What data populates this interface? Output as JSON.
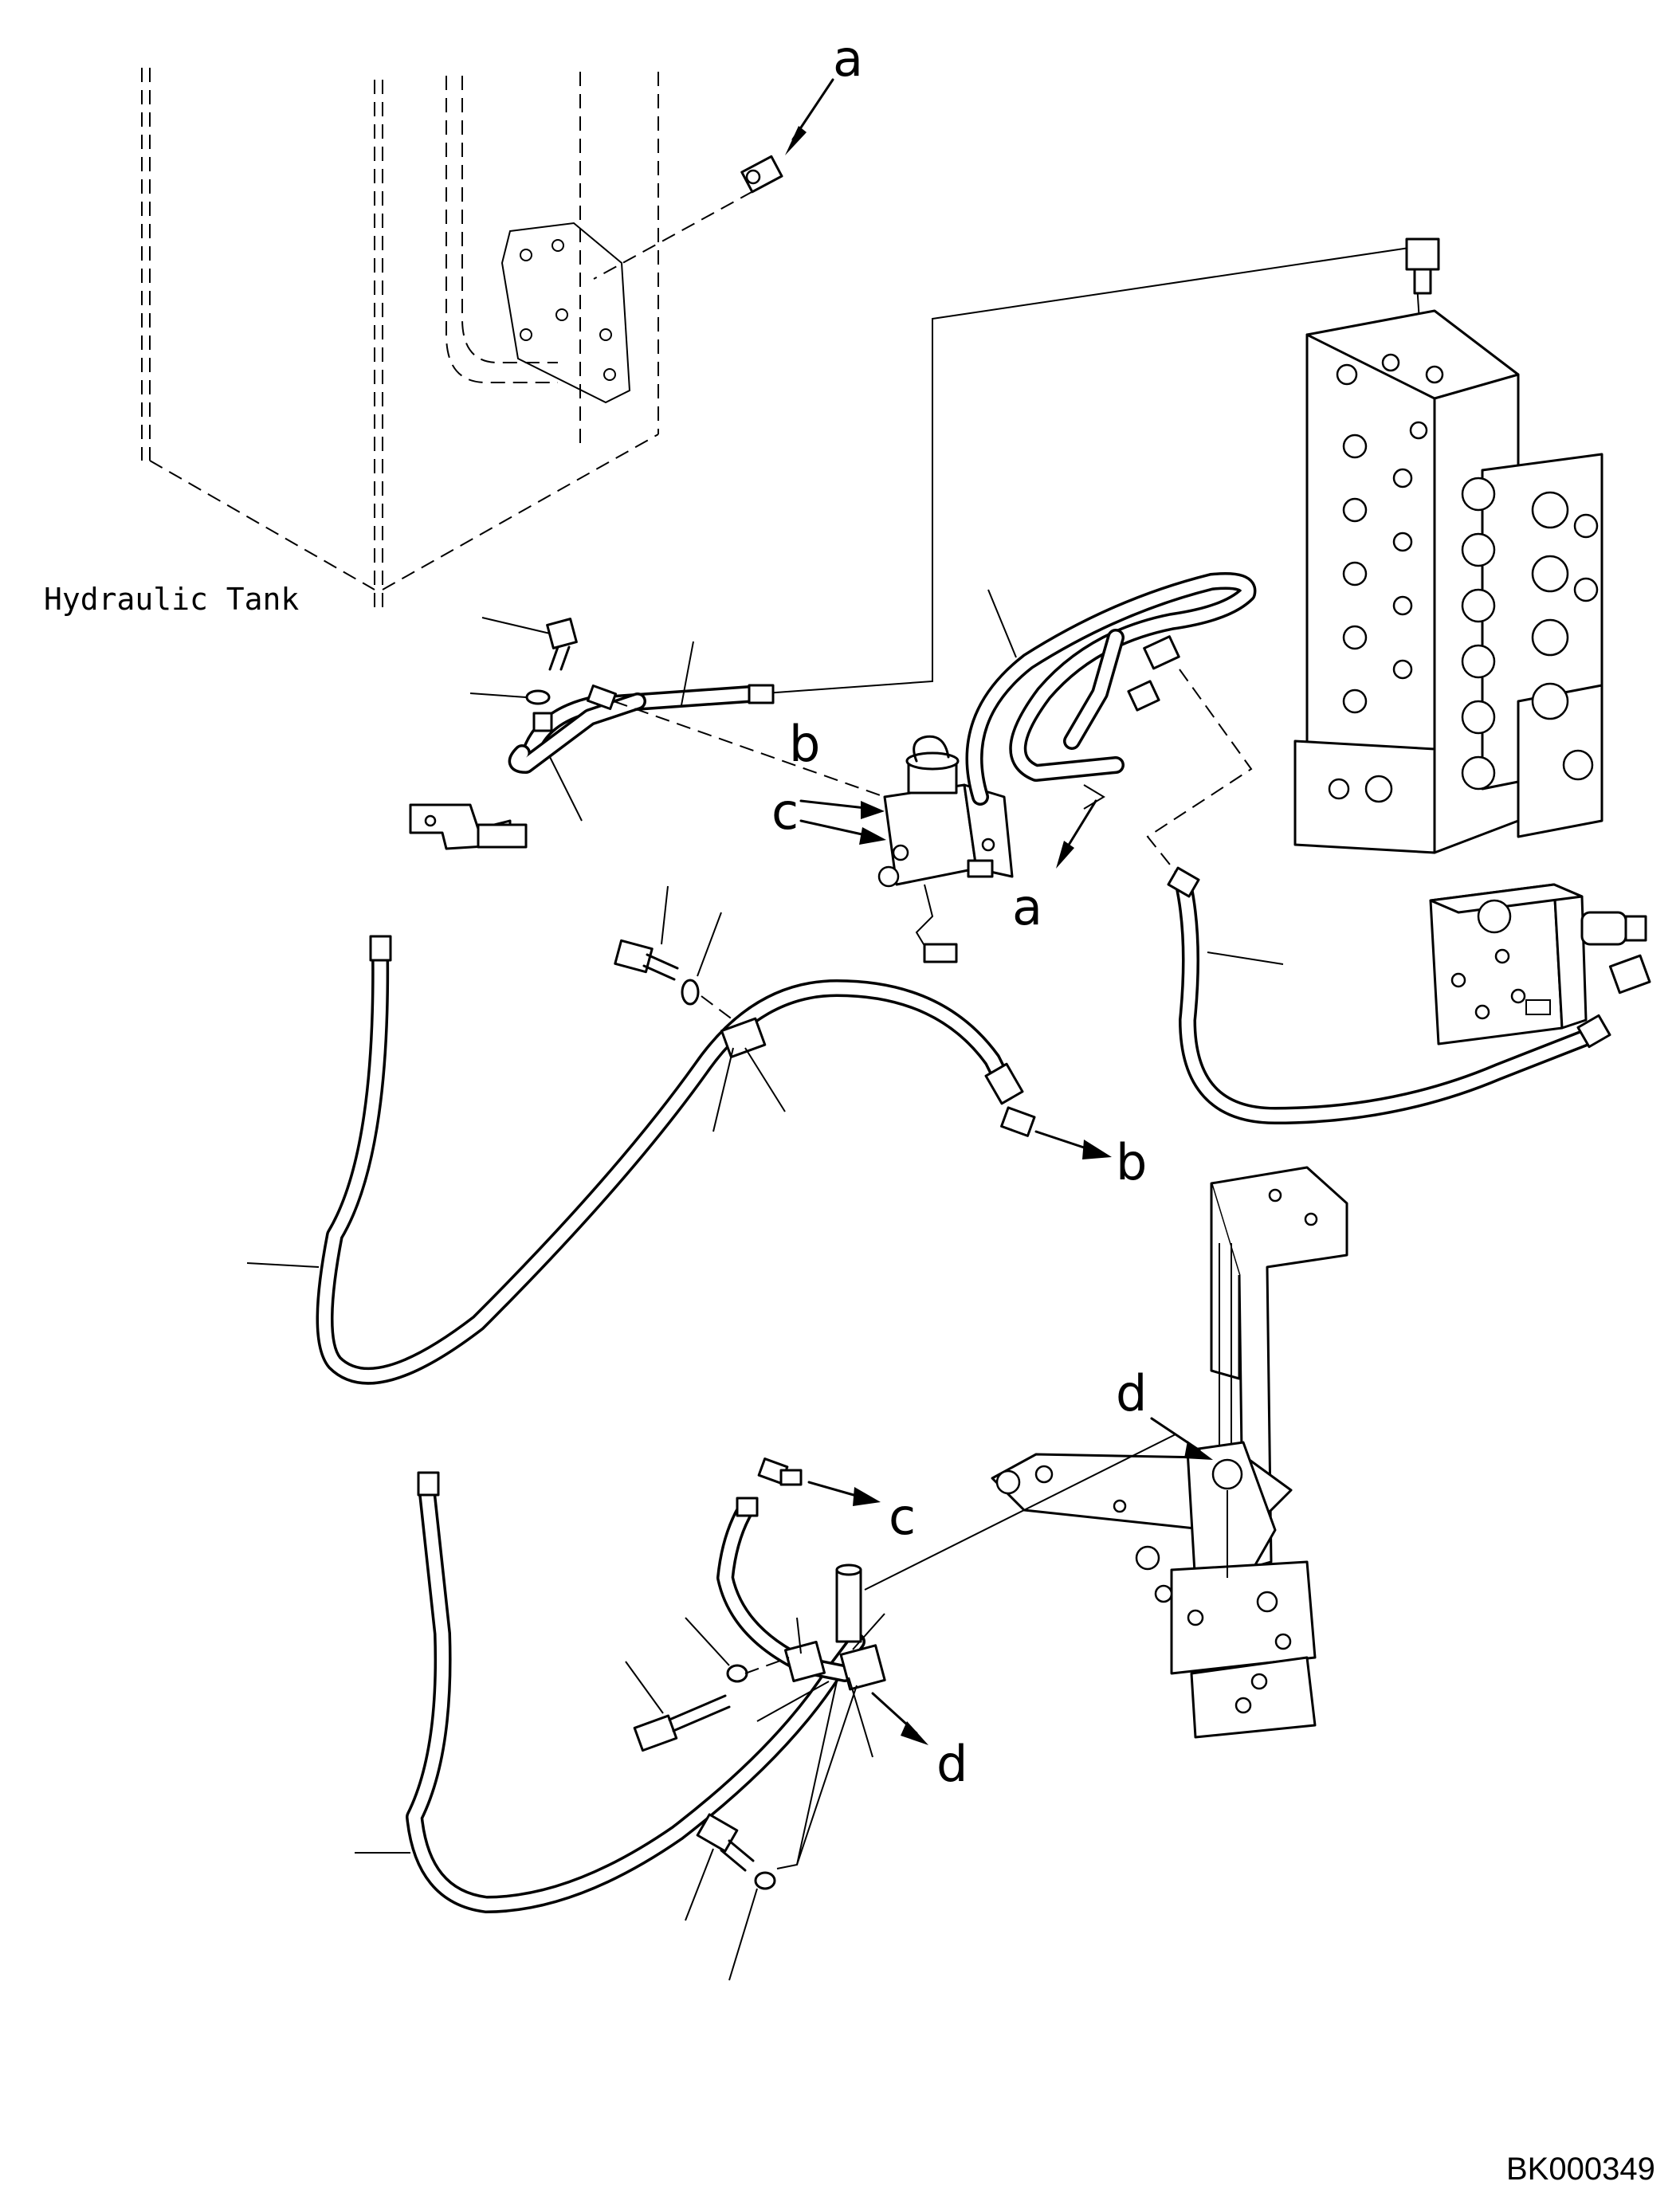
{
  "labels": {
    "tank": "Hydraulic Tank",
    "drawing_code": "BK000349"
  },
  "callouts": {
    "a_top": "a",
    "a_mid": "a",
    "b_top": "b",
    "b_right": "b",
    "c_top": "c",
    "c_right": "c",
    "d_top": "d",
    "d_right": "d"
  }
}
